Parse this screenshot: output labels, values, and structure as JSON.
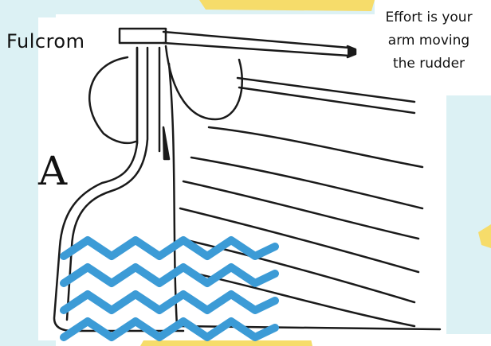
{
  "labels": {
    "fulcrum": "Fulcrom",
    "effort_lines": [
      "Effort is your",
      "arm moving",
      "the rudder"
    ],
    "figure_letter": "A"
  },
  "colors": {
    "highlight_yellow": "#f6dc6a",
    "backdrop_blue": "#dcf1f4",
    "line_art": "#1a1a1a",
    "waves": "#3c9bd6",
    "paper": "#ffffff"
  },
  "icons": {
    "waves": "water-waves-icon"
  }
}
